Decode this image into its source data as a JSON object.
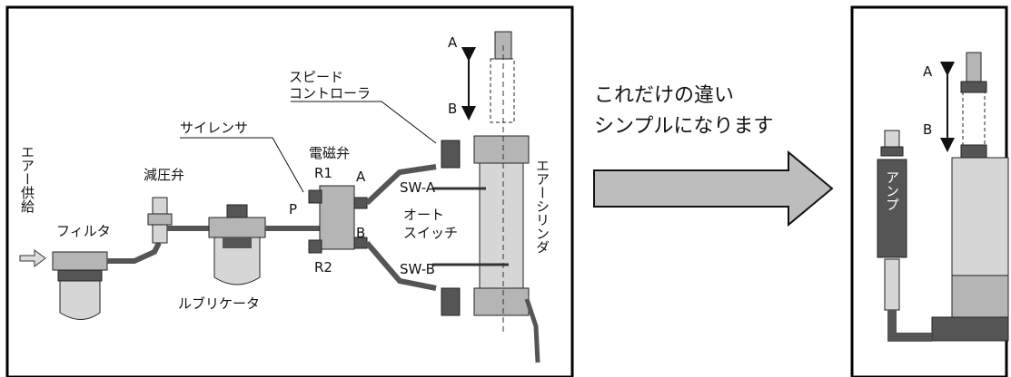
{
  "left_panel": {
    "labels": {
      "air_supply": "エアー供給",
      "filter": "フィルタ",
      "reducer": "減圧弁",
      "lubricator": "ルブリケータ",
      "silencer": "サイレンサ",
      "solenoid": "電磁弁",
      "speed_controller_1": "スピード",
      "speed_controller_2": "コントローラ",
      "auto_switch_1": "オート",
      "auto_switch_2": "スイッチ",
      "air_cylinder": "エアーシリンダ",
      "port_r1": "R1",
      "port_r2": "R2",
      "port_p": "P",
      "port_a": "A",
      "port_b": "B",
      "sw_a": "SW-A",
      "sw_b": "SW-B",
      "stroke_a": "A",
      "stroke_b": "B"
    }
  },
  "middle": {
    "line1": "これだけの違い",
    "line2": "シンプルになります"
  },
  "right_panel": {
    "labels": {
      "amp": "アンプ",
      "stroke_a": "A",
      "stroke_b": "B"
    }
  },
  "colors": {
    "border": "#000000",
    "body_gray": "#b5b5b5",
    "light_gray": "#d6d6d6",
    "dark_gray": "#555555",
    "arrow_gray": "#bdbdbd"
  }
}
